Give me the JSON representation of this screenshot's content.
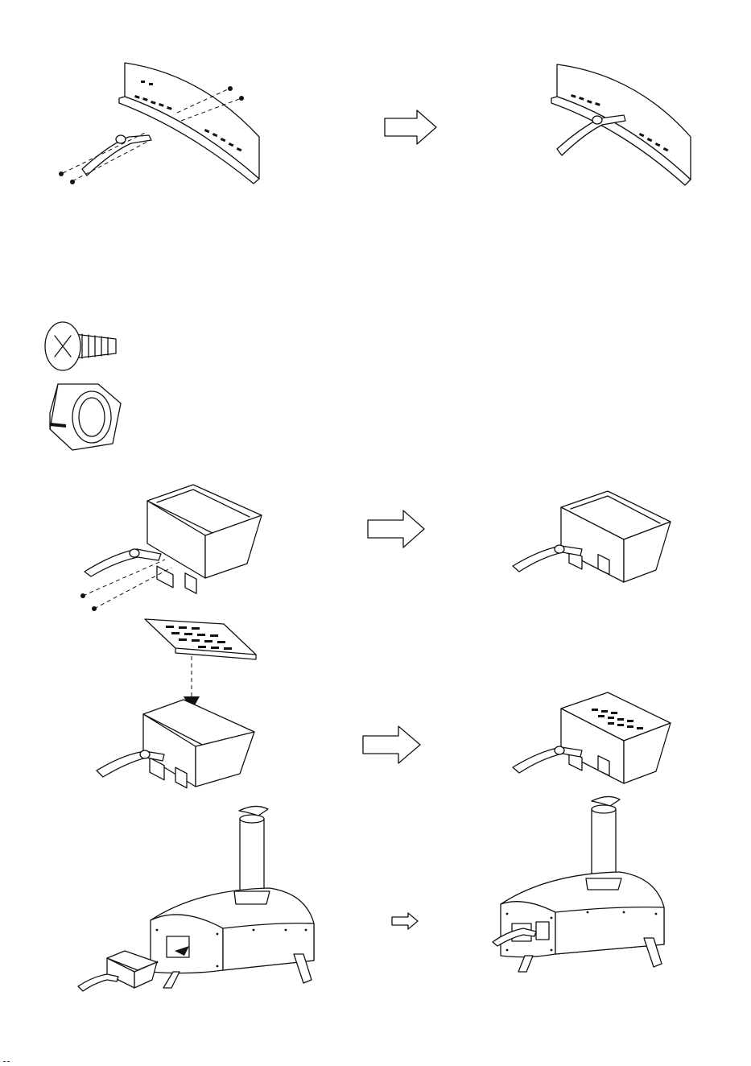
{
  "document": {
    "steps": [
      {
        "id": "handle-to-front-panel",
        "before": "front-panel-with-handle-parts",
        "after": "front-panel-with-handle-attached"
      },
      {
        "id": "handle-to-fuel-tray",
        "before": "fuel-tray-with-handle-parts",
        "after": "fuel-tray-with-handle-attached"
      },
      {
        "id": "grate-into-fuel-tray",
        "before": "grate-above-fuel-tray",
        "after": "fuel-tray-with-grate"
      },
      {
        "id": "fuel-tray-into-oven",
        "before": "fuel-tray-beside-oven",
        "after": "oven-with-fuel-tray-inserted"
      }
    ],
    "hardware": [
      {
        "icon": "screw-icon"
      },
      {
        "icon": "hex-nut-icon"
      }
    ],
    "arrow_icon": "right-arrow-icon"
  }
}
